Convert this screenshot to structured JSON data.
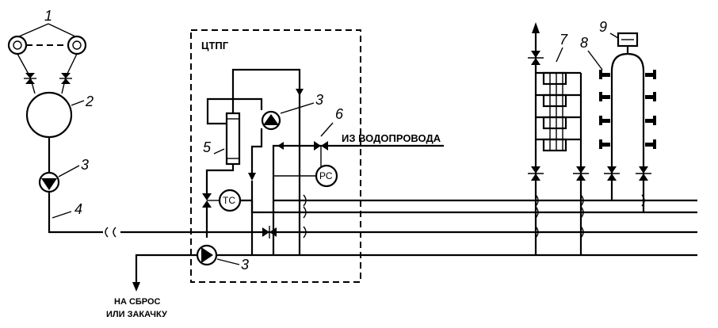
{
  "diagram": {
    "callouts": {
      "n1": "1",
      "n2": "2",
      "n3a": "3",
      "n3b": "3",
      "n3c": "3",
      "n4": "4",
      "n5": "5",
      "n6": "6",
      "n7": "7",
      "n8": "8",
      "n9": "9"
    },
    "labels": {
      "station": "ЦТПГ",
      "water_supply": "ИЗ ВОДОПРОВОДА",
      "discharge_line1": "НА СБРОС",
      "discharge_line2": "ИЛИ ЗАКАЧКУ",
      "pressure_controller": "РС",
      "temperature_controller": "ТС"
    }
  }
}
